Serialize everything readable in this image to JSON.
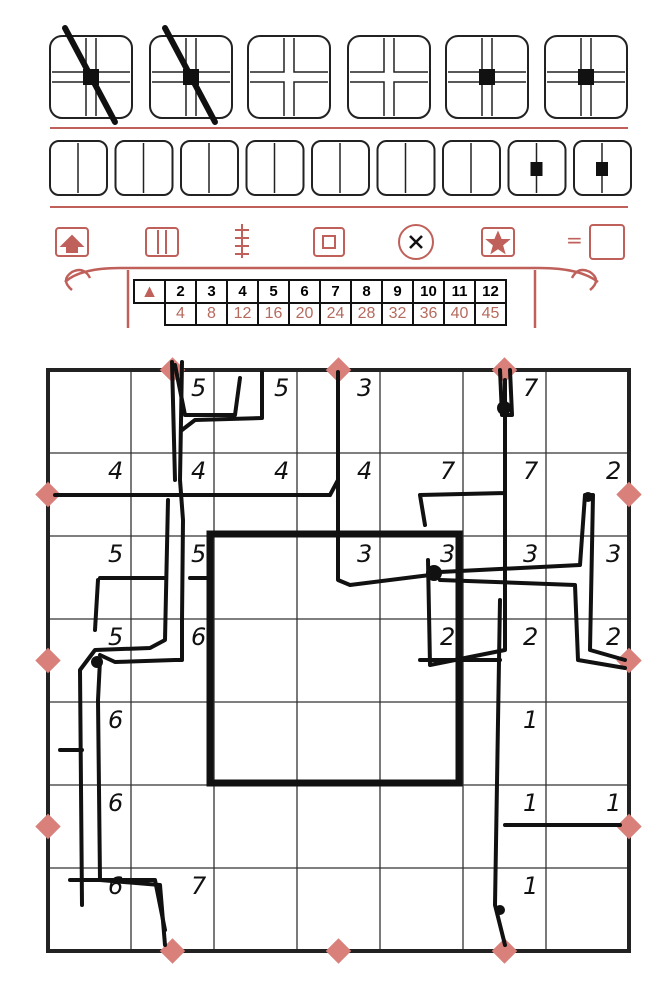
{
  "colors": {
    "accent": "#c0605a",
    "ink": "#111111",
    "grid": "#222222"
  },
  "legend_symbols": [
    "house-icon",
    "straight-track-icon",
    "crossing-track-icon",
    "square-icon",
    "x-circle-icon",
    "star-icon"
  ],
  "legend_equals": "=",
  "score_table": {
    "header": [
      "2",
      "3",
      "4",
      "5",
      "6",
      "7",
      "8",
      "9",
      "10",
      "11",
      "12"
    ],
    "points": [
      "4",
      "8",
      "12",
      "16",
      "20",
      "24",
      "28",
      "32",
      "36",
      "40",
      "45"
    ]
  },
  "board_marks": [
    [
      "",
      "5",
      "5",
      "3",
      "",
      "7",
      ""
    ],
    [
      "4",
      "4",
      "4",
      "4",
      "7",
      "7",
      "2"
    ],
    [
      "5",
      "5",
      "",
      "3",
      "3",
      "3",
      "3"
    ],
    [
      "5",
      "6",
      "",
      "",
      "2",
      "2",
      "2"
    ],
    [
      "6",
      "",
      "",
      "",
      "",
      "1",
      ""
    ],
    [
      "6",
      "",
      "",
      "",
      "",
      "1",
      "1"
    ],
    [
      "6",
      "7",
      "",
      "",
      "",
      "1",
      ""
    ]
  ]
}
